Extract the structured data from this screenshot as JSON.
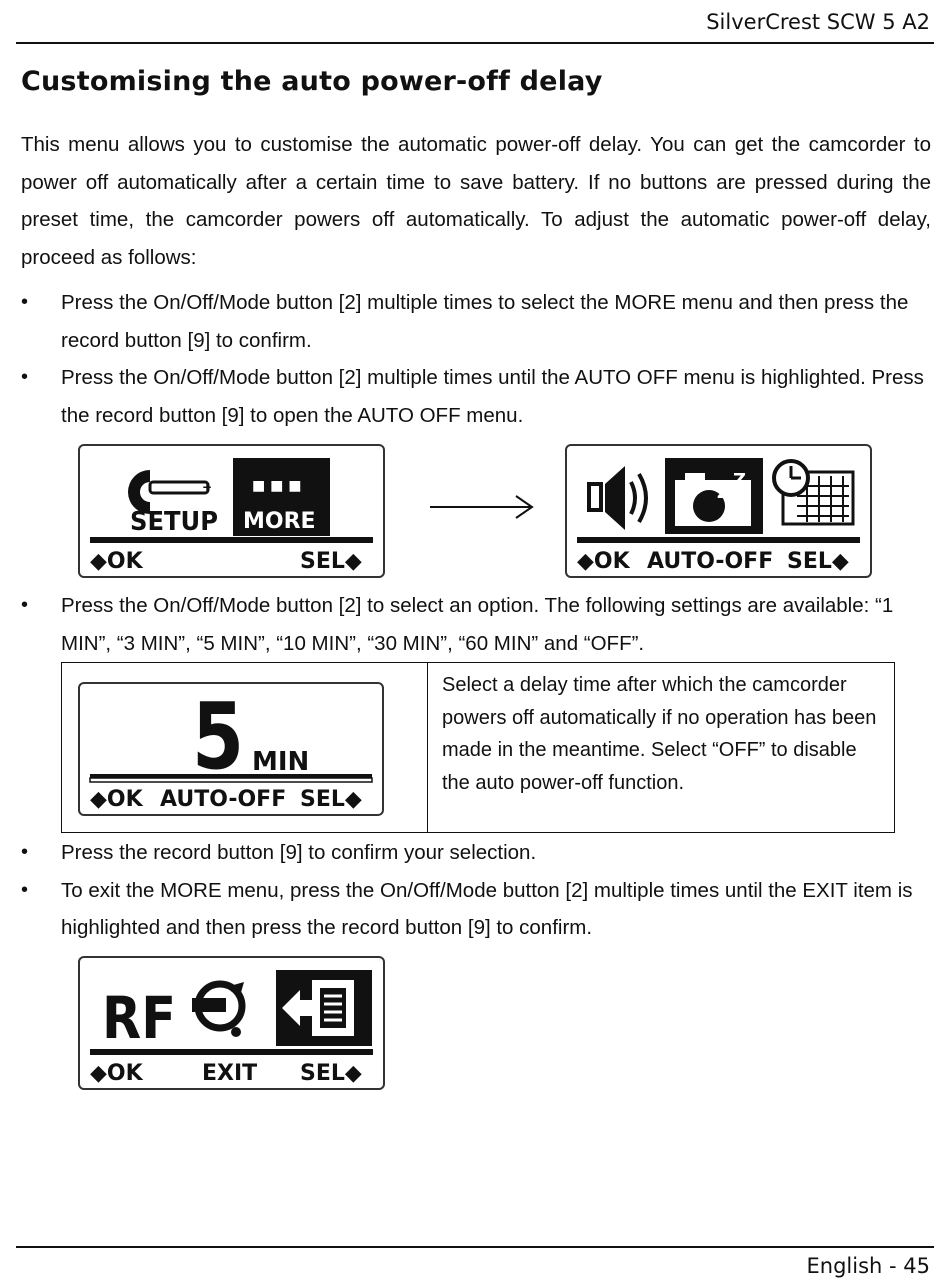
{
  "header": {
    "brand": "SilverCrest SCW 5 A2"
  },
  "footer": {
    "page": "English - 45"
  },
  "section": {
    "title": "Customising the auto power-off delay",
    "intro": "This menu allows you to customise the automatic power-off delay. You can get the camcorder to power off automatically after a certain time to save battery. If no buttons are pressed during the preset time, the camcorder powers off automatically. To adjust the automatic power-off delay, proceed as follows:"
  },
  "bullets_a": [
    "Press the On/Off/Mode button [2] multiple times to select the MORE menu and then press the record button [9] to confirm.",
    "Press the On/Off/Mode button [2] multiple times until the AUTO OFF menu is highlighted. Press the record button [9] to open the AUTO OFF menu."
  ],
  "bullets_b": [
    "Press the On/Off/Mode button [2] to select an option. The following settings are available: “1 MIN”, “3 MIN”, “5 MIN”, “10 MIN”, “30 MIN”, “60 MIN” and “OFF”."
  ],
  "bullets_c": [
    "Press the record button [9] to confirm your selection.",
    "To exit the MORE menu, press the On/Off/Mode button [2] multiple times until the EXIT item is highlighted and then press the record button [9] to confirm."
  ],
  "bullet_symbol": "•",
  "screens": {
    "setup": {
      "left_label": "SETUP",
      "right_label": "MORE",
      "dots": "■ ■ ■",
      "ok": "◆OK",
      "sel": "SEL◆"
    },
    "autooff": {
      "ok": "◆OK",
      "title": "AUTO-OFF",
      "sel": "SEL◆",
      "z": "z",
      "zz": "Z"
    },
    "delay": {
      "value": "5",
      "unit": "MIN",
      "ok": "◆OK",
      "title": "AUTO-OFF",
      "sel": "SEL◆"
    },
    "exit": {
      "rf": "RF",
      "ok": "◆OK",
      "title": "EXIT",
      "sel": "SEL◆"
    }
  },
  "table": {
    "text": "Select a delay time after which the camcorder powers off automatically if no operation has been made in the meantime. Select “OFF” to disable the auto power-off function."
  }
}
